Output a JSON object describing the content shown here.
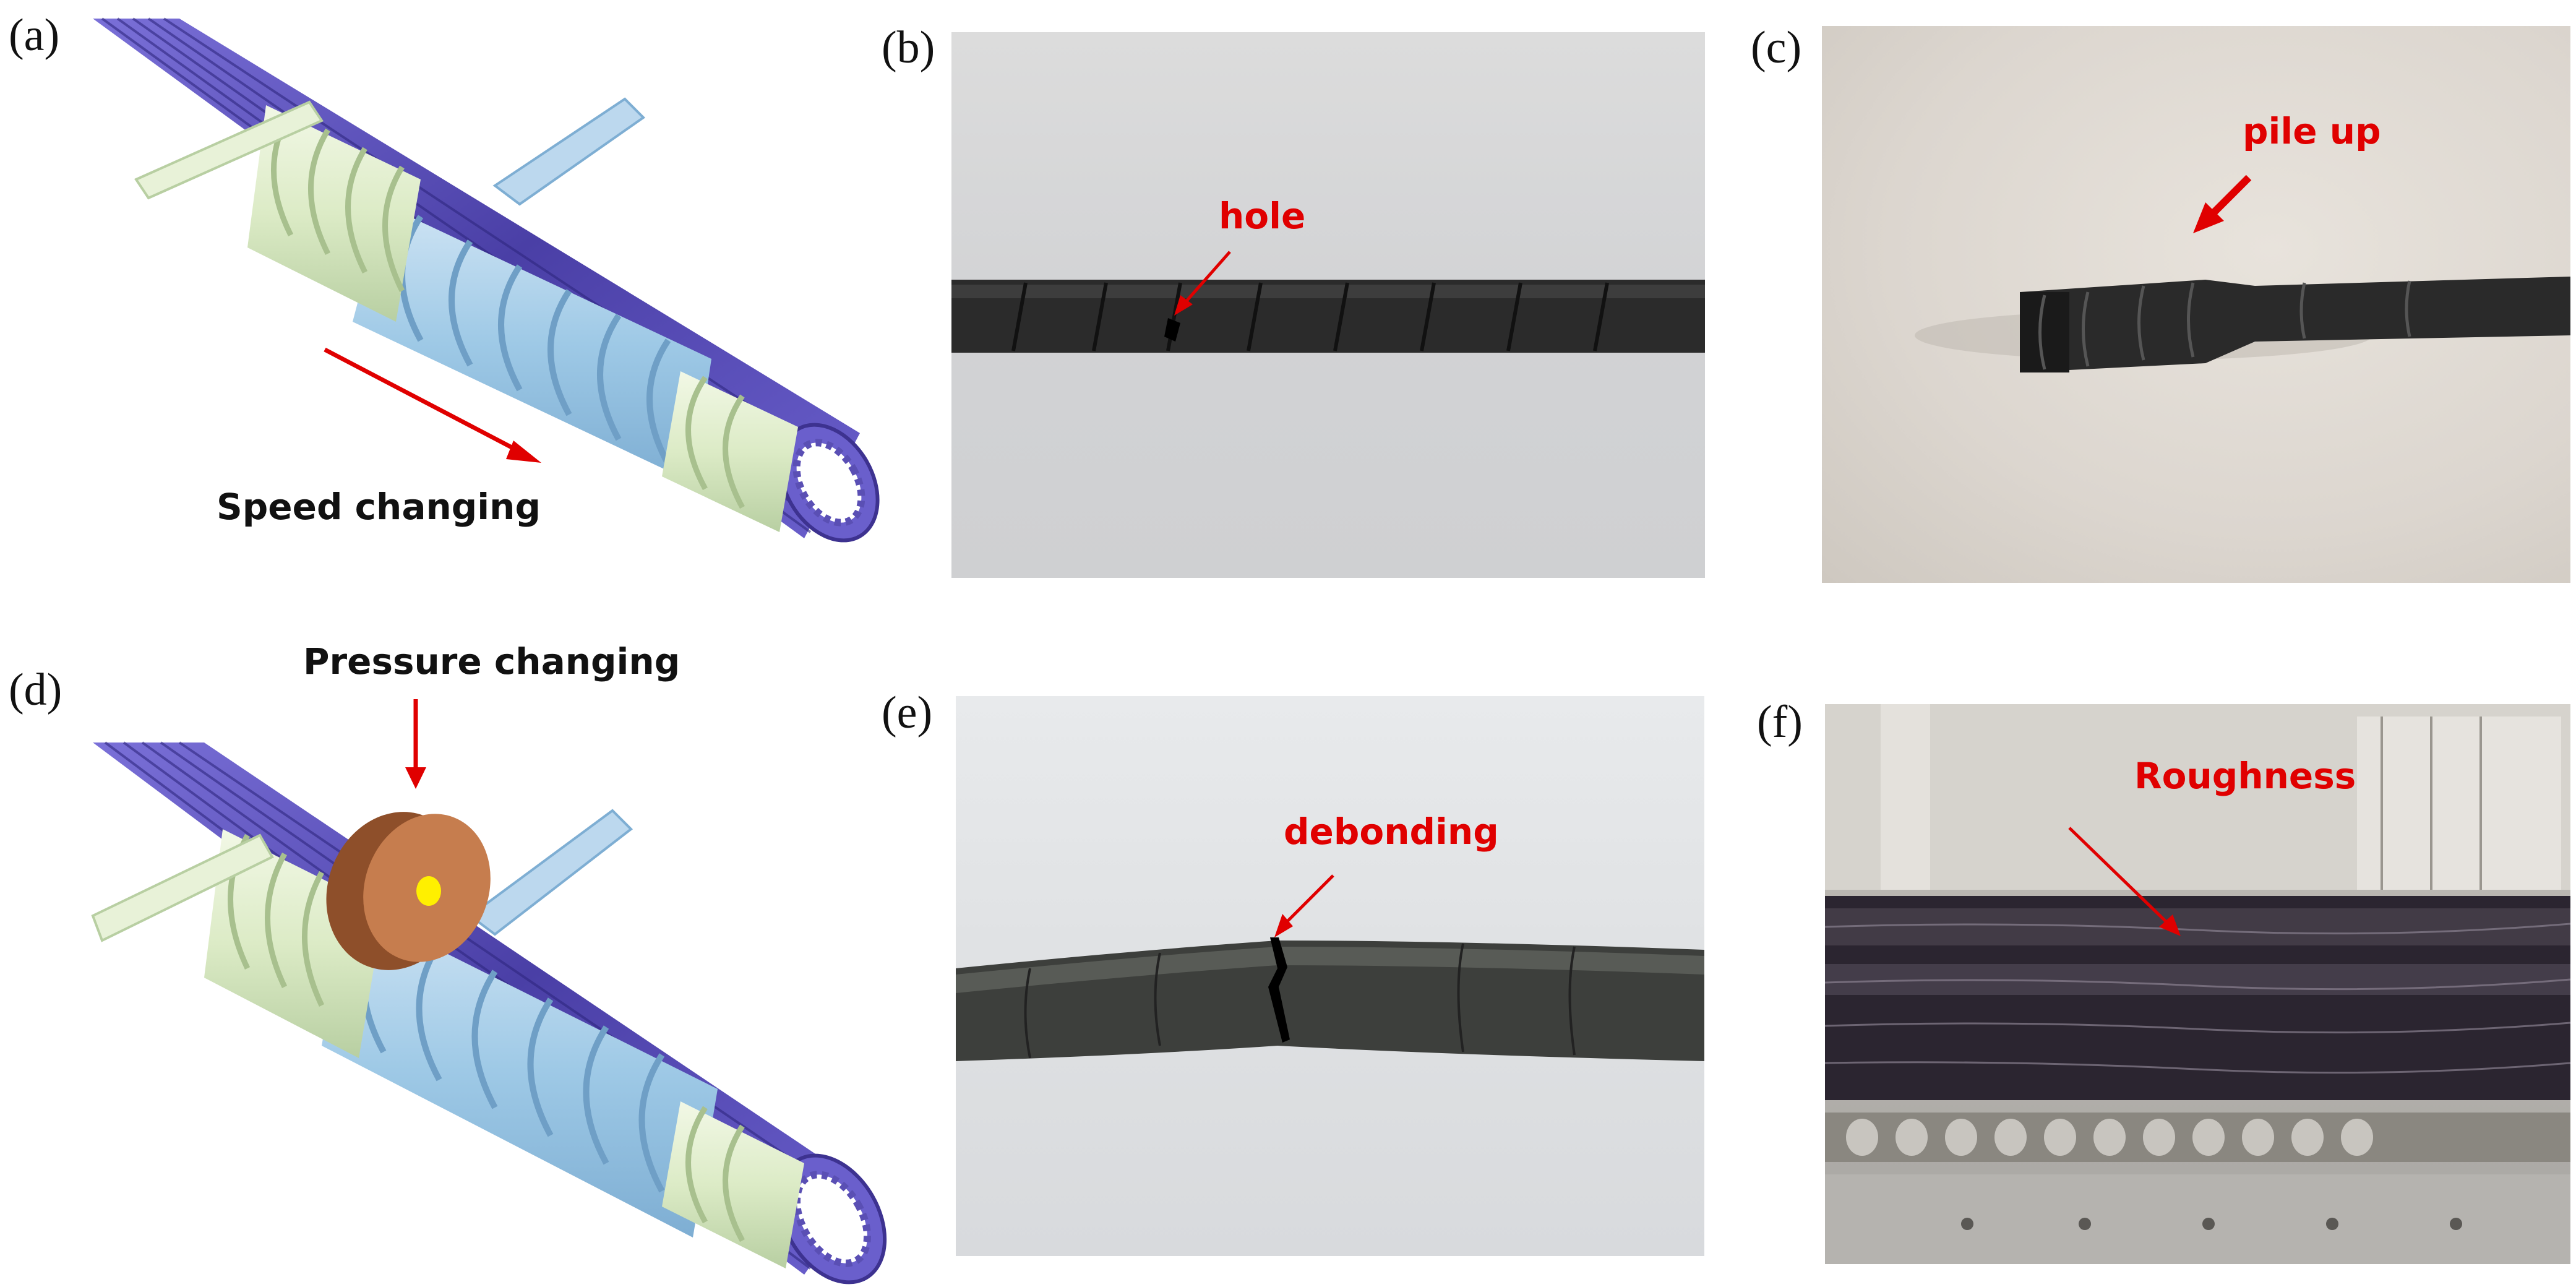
{
  "panels": {
    "a": {
      "letter": "(a)",
      "caption": "Speed changing"
    },
    "b": {
      "letter": "(b)",
      "annotation": "hole"
    },
    "c": {
      "letter": "(c)",
      "annotation": "pile up"
    },
    "d": {
      "letter": "(d)",
      "caption": "Pressure changing"
    },
    "e": {
      "letter": "(e)",
      "annotation": "debonding"
    },
    "f": {
      "letter": "(f)",
      "annotation": "Roughness"
    }
  },
  "colors": {
    "annotation": "#e00000",
    "core_fiber": "#5a4fb4",
    "inner_tape": "#9ec9e6",
    "outer_tape": "#dcebc6",
    "roller": "#c67d4e",
    "roller_center": "#fff000"
  }
}
